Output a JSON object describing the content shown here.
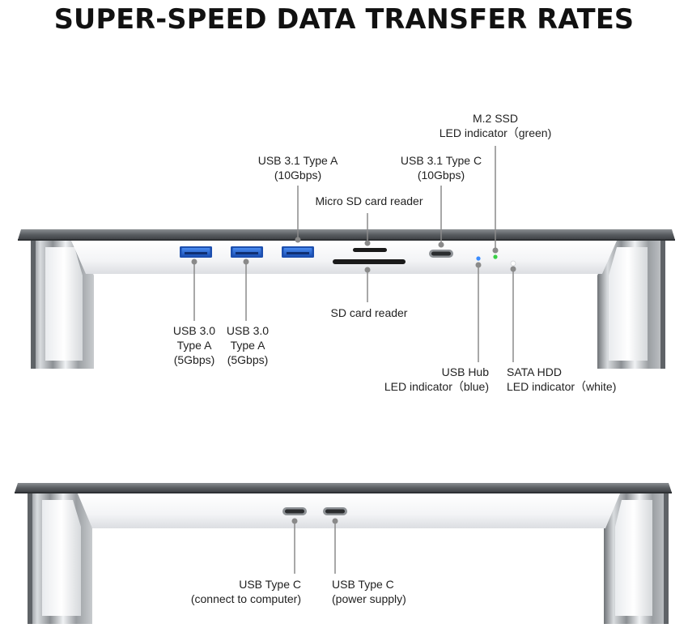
{
  "title": "SUPER-SPEED DATA TRANSFER RATES",
  "front_view": {
    "usb31a": {
      "line1": "USB 3.1 Type A",
      "line2": "(10Gbps)"
    },
    "usb31c": {
      "line1": "USB 3.1 Type C",
      "line2": "(10Gbps)"
    },
    "m2ssd": {
      "line1": "M.2 SSD",
      "line2": "LED indicator（green)"
    },
    "microsd": {
      "line1": "Micro SD card reader"
    },
    "sd": {
      "line1": "SD card reader"
    },
    "usb30a_1": {
      "line1": "USB 3.0",
      "line2": "Type A",
      "line3": "(5Gbps)"
    },
    "usb30a_2": {
      "line1": "USB 3.0",
      "line2": "Type A",
      "line3": "(5Gbps)"
    },
    "usbhub": {
      "line1": "USB Hub",
      "line2": "LED indicator（blue)"
    },
    "satahdd": {
      "line1": "SATA HDD",
      "line2": "LED indicator（white)"
    }
  },
  "back_view": {
    "usbc_computer": {
      "line1": "USB Type C",
      "line2": "(connect to computer)"
    },
    "usbc_power": {
      "line1": "USB Type C",
      "line2": "(power supply)"
    }
  },
  "colors": {
    "usb3_port": "#2f6fd6",
    "led_blue": "#3a8cff",
    "led_green": "#38d045",
    "led_white": "#ffffff",
    "shelf_top": "#5d6165",
    "panel": "#f4f5f7"
  }
}
